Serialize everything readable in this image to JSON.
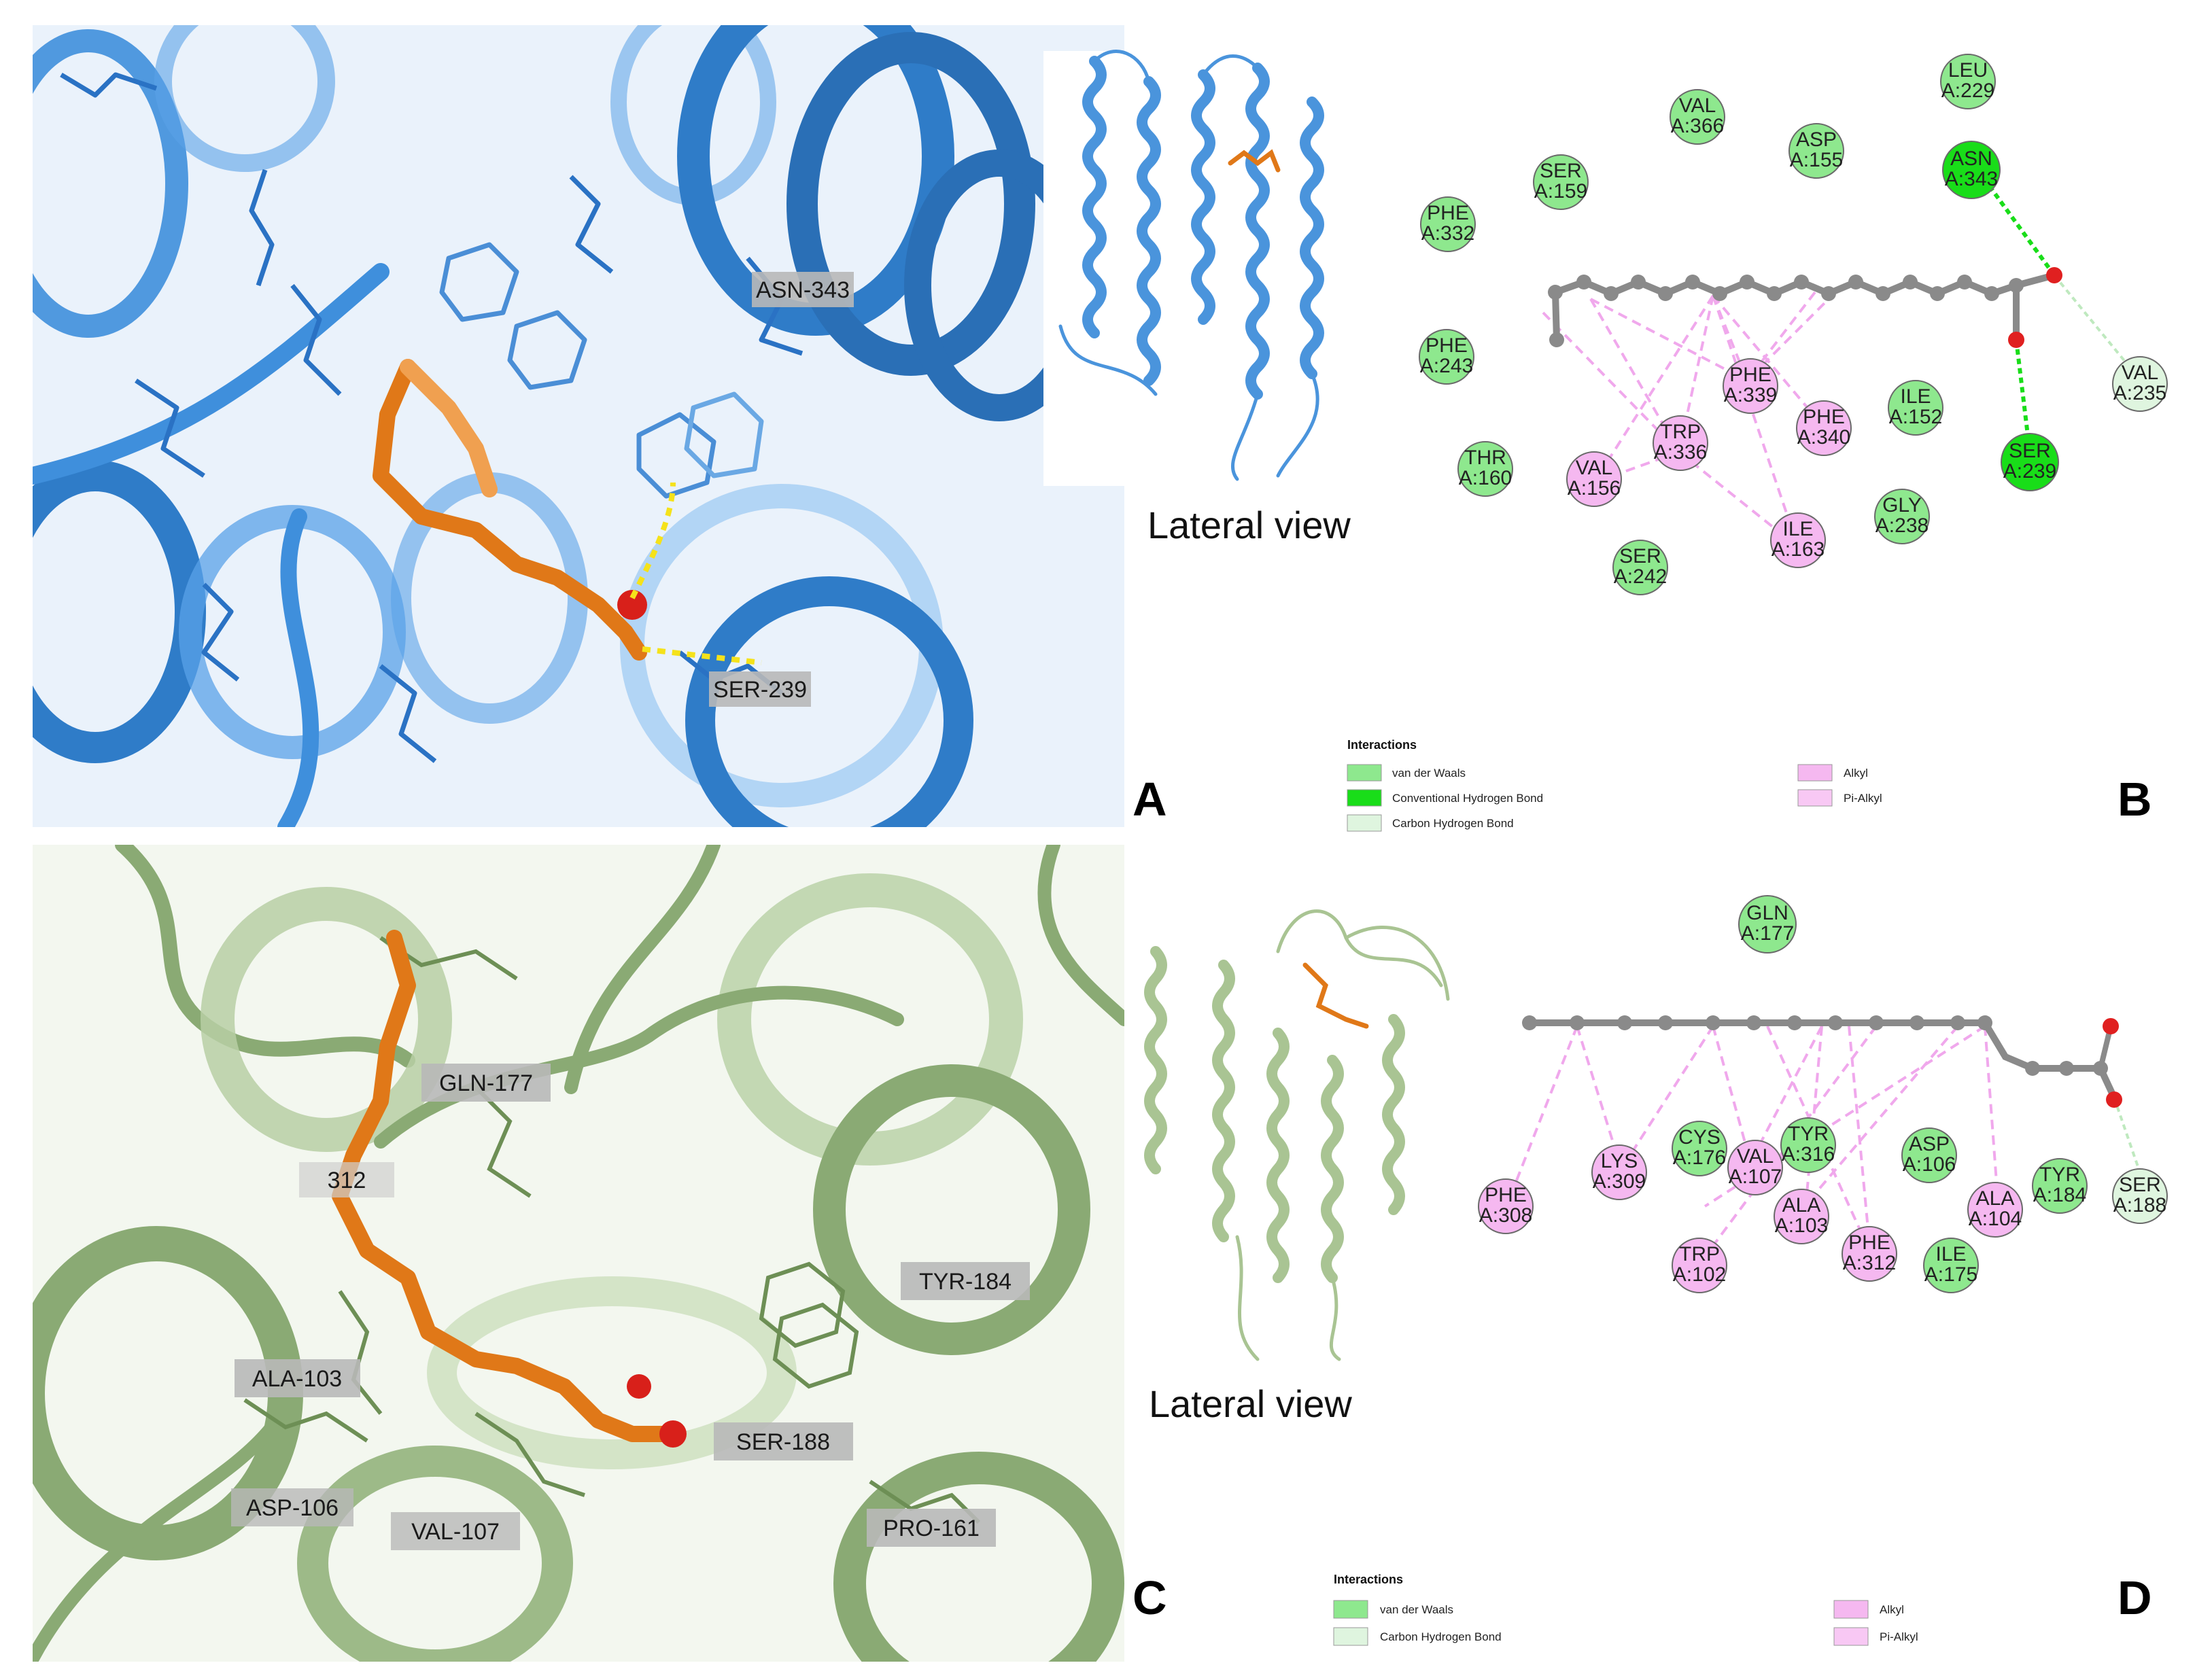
{
  "panels": {
    "A": {
      "letter": "A",
      "labels": [
        "ASN-343",
        "SER-239"
      ]
    },
    "B": {
      "letter": "B",
      "view_caption": "Lateral view",
      "residues": [
        {
          "name": "LEU",
          "id": "A:229",
          "type": "vdw"
        },
        {
          "name": "VAL",
          "id": "A:366",
          "type": "vdw"
        },
        {
          "name": "ASP",
          "id": "A:155",
          "type": "vdw"
        },
        {
          "name": "ASN",
          "id": "A:343",
          "type": "hbond"
        },
        {
          "name": "SER",
          "id": "A:159",
          "type": "vdw"
        },
        {
          "name": "PHE",
          "id": "A:332",
          "type": "vdw"
        },
        {
          "name": "PHE",
          "id": "A:243",
          "type": "vdw"
        },
        {
          "name": "PHE",
          "id": "A:339",
          "type": "alkyl"
        },
        {
          "name": "ILE",
          "id": "A:152",
          "type": "vdw"
        },
        {
          "name": "VAL",
          "id": "A:235",
          "type": "chbond"
        },
        {
          "name": "TRP",
          "id": "A:336",
          "type": "alkyl"
        },
        {
          "name": "PHE",
          "id": "A:340",
          "type": "alkyl"
        },
        {
          "name": "THR",
          "id": "A:160",
          "type": "vdw"
        },
        {
          "name": "VAL",
          "id": "A:156",
          "type": "alkyl"
        },
        {
          "name": "SER",
          "id": "A:239",
          "type": "hbond"
        },
        {
          "name": "GLY",
          "id": "A:238",
          "type": "vdw"
        },
        {
          "name": "ILE",
          "id": "A:163",
          "type": "alkyl"
        },
        {
          "name": "SER",
          "id": "A:242",
          "type": "vdw"
        }
      ],
      "legend": {
        "title": "Interactions",
        "items": [
          {
            "label": "van der Waals",
            "color": "#8ee88e"
          },
          {
            "label": "Conventional Hydrogen Bond",
            "color": "#19dd19"
          },
          {
            "label": "Carbon Hydrogen Bond",
            "color": "#dff5df"
          },
          {
            "label": "Alkyl",
            "color": "#f5b8f0"
          },
          {
            "label": "Pi-Alkyl",
            "color": "#f8c8f4"
          }
        ]
      }
    },
    "C": {
      "letter": "C",
      "labels": [
        "GLN-177",
        "312",
        "TYR-184",
        "ALA-103",
        "SER-188",
        "ASP-106",
        "VAL-107",
        "PRO-161"
      ]
    },
    "D": {
      "letter": "D",
      "view_caption": "Lateral view",
      "residues": [
        {
          "name": "GLN",
          "id": "A:177",
          "type": "vdw"
        },
        {
          "name": "CYS",
          "id": "A:176",
          "type": "vdw"
        },
        {
          "name": "VAL",
          "id": "A:107",
          "type": "alkyl"
        },
        {
          "name": "TYR",
          "id": "A:316",
          "type": "vdw"
        },
        {
          "name": "ASP",
          "id": "A:106",
          "type": "vdw"
        },
        {
          "name": "LYS",
          "id": "A:309",
          "type": "alkyl"
        },
        {
          "name": "PHE",
          "id": "A:308",
          "type": "alkyl"
        },
        {
          "name": "ALA",
          "id": "A:103",
          "type": "alkyl"
        },
        {
          "name": "ALA",
          "id": "A:104",
          "type": "alkyl"
        },
        {
          "name": "TYR",
          "id": "A:184",
          "type": "vdw"
        },
        {
          "name": "SER",
          "id": "A:188",
          "type": "chbond"
        },
        {
          "name": "TRP",
          "id": "A:102",
          "type": "alkyl"
        },
        {
          "name": "PHE",
          "id": "A:312",
          "type": "alkyl"
        },
        {
          "name": "ILE",
          "id": "A:175",
          "type": "vdw"
        }
      ],
      "legend": {
        "title": "Interactions",
        "items": [
          {
            "label": "van der Waals",
            "color": "#8ee88e"
          },
          {
            "label": "Carbon Hydrogen Bond",
            "color": "#dff5df"
          },
          {
            "label": "Alkyl",
            "color": "#f5b8f0"
          },
          {
            "label": "Pi-Alkyl",
            "color": "#f8c8f4"
          }
        ]
      }
    }
  },
  "colors": {
    "blue_protein": "#3f8fdc",
    "green_protein": "#9dba88",
    "ligand": "#e07818",
    "vdw": "#8ee88e",
    "hbond": "#19dd19",
    "chbond": "#dff5df",
    "alkyl": "#f5b8f0"
  }
}
